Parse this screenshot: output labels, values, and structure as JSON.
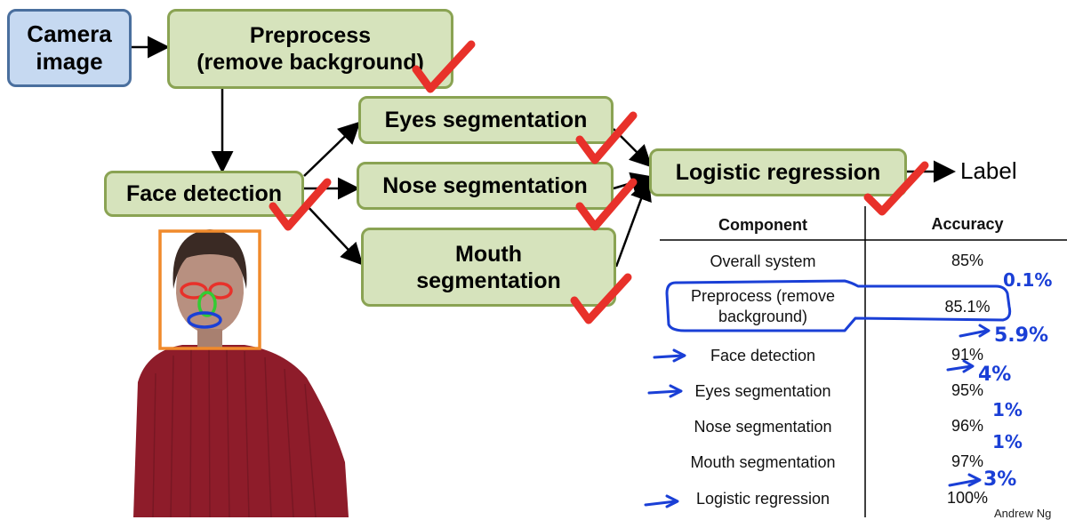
{
  "boxes": {
    "camera": "Camera\nimage",
    "preprocess": "Preprocess\n(remove background)",
    "face": "Face detection",
    "eyes": "Eyes segmentation",
    "nose": "Nose segmentation",
    "mouth": "Mouth\nsegmentation",
    "logistic": "Logistic regression"
  },
  "output_label": "Label",
  "table": {
    "headers": {
      "component": "Component",
      "accuracy": "Accuracy"
    },
    "rows": [
      {
        "component": "Overall system",
        "accuracy": "85%"
      },
      {
        "component": "Preprocess (remove\nbackground)",
        "accuracy": "85.1%"
      },
      {
        "component": "Face detection",
        "accuracy": "91%"
      },
      {
        "component": "Eyes segmentation",
        "accuracy": "95%"
      },
      {
        "component": "Nose segmentation",
        "accuracy": "96%"
      },
      {
        "component": "Mouth segmentation",
        "accuracy": "97%"
      },
      {
        "component": "Logistic regression",
        "accuracy": "100%"
      }
    ]
  },
  "handwritten_notes": [
    "0.1%",
    "5.9%",
    "4%",
    "1%",
    "1%",
    "3%"
  ],
  "credit": "Andrew Ng",
  "colors": {
    "check": "#e8312a",
    "ink": "#1a3fd6",
    "box_fill": "#d6e3bc",
    "camera_fill": "#c6d9f1",
    "photo_frame": "#f08a2c"
  }
}
